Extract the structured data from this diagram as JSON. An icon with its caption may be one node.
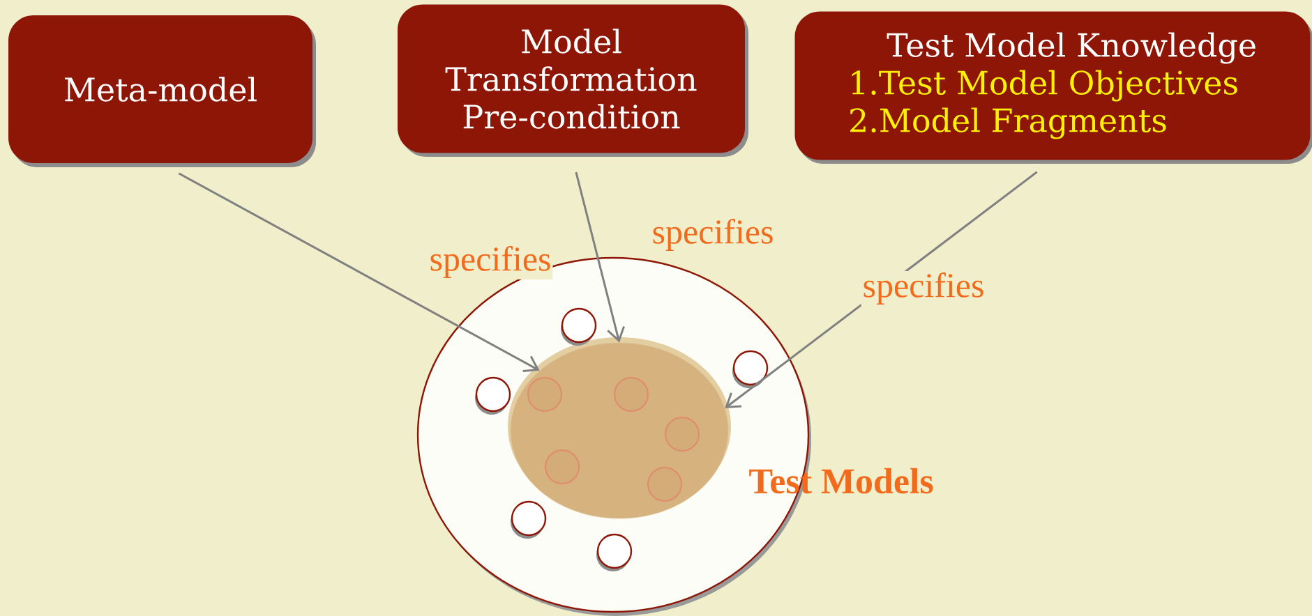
{
  "diagram": {
    "nodes": [
      {
        "text": [
          "Meta-model"
        ]
      },
      {
        "text": [
          "Model Transformation Pre-condition"
        ]
      },
      {
        "text": [
          "Test Model Knowledge",
          "1.Test Model Objectives",
          "2.Model Fragments"
        ]
      },
      {
        "text": [
          "Test Models"
        ]
      },
      {
        "text": [],
        "shape": "ellipse",
        "in": 3
      },
      {
        "text": [],
        "shape": "circle",
        "in": 3
      },
      {
        "text": [],
        "shape": "circle",
        "in": 3
      },
      {
        "text": [],
        "shape": "circle",
        "in": 3
      },
      {
        "text": [],
        "shape": "circle",
        "in": 3
      },
      {
        "text": [],
        "shape": "circle",
        "in": 3
      },
      {
        "text": [],
        "shape": "circle",
        "in": 4
      },
      {
        "text": [],
        "shape": "circle",
        "in": 4
      },
      {
        "text": [],
        "shape": "circle",
        "in": 4
      },
      {
        "text": [],
        "shape": "circle",
        "in": 4
      },
      {
        "text": [],
        "shape": "circle",
        "in": 4
      }
    ],
    "edges": [
      {
        "from": 0,
        "to": 4,
        "arrow": "to",
        "label": "specifies"
      },
      {
        "from": 1,
        "to": 4,
        "arrow": "to",
        "label": "specifies"
      },
      {
        "from": 2,
        "to": 4,
        "arrow": "to",
        "label": "specifies"
      }
    ]
  }
}
